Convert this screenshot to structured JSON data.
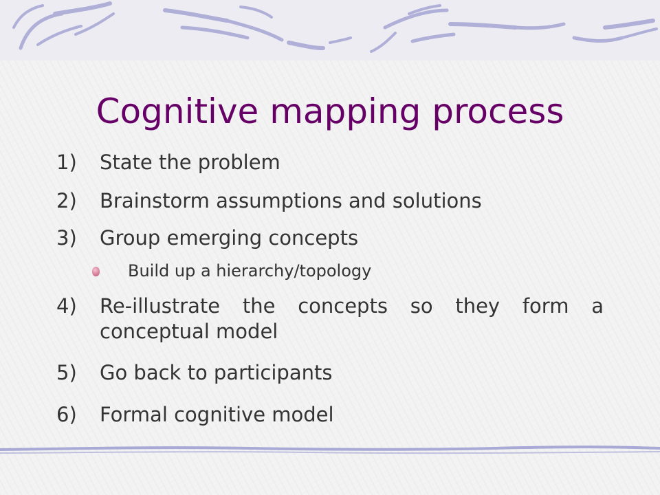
{
  "slide": {
    "title": "Cognitive mapping process",
    "steps": [
      {
        "num": "1)",
        "text": "State the problem"
      },
      {
        "num": "2)",
        "text": "Brainstorm assumptions and solutions"
      },
      {
        "num": "3)",
        "text": "Group emerging concepts",
        "sub": [
          "Build up a hierarchy/topology"
        ]
      },
      {
        "num": "4)",
        "text": "Re-illustrate the concepts so they form a conceptual model"
      },
      {
        "num": "5)",
        "text": "Go back to participants"
      },
      {
        "num": "6)",
        "text": "Formal cognitive model"
      }
    ]
  },
  "colors": {
    "title": "#660066",
    "body_text": "#333333",
    "decoration": "#a9a9d6",
    "band": "#ececf2",
    "bullet": "#d9809c"
  }
}
